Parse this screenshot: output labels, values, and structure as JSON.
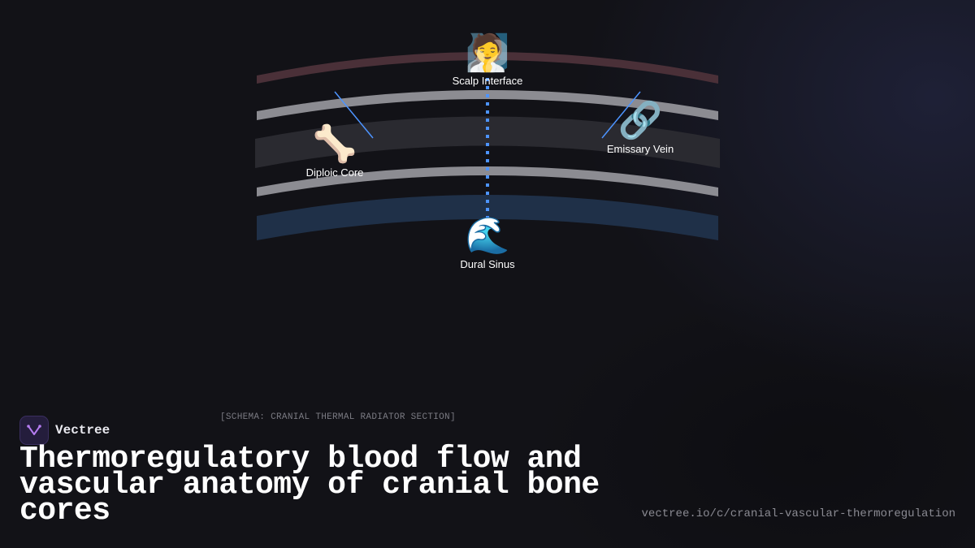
{
  "diagram": {
    "nodes": [
      {
        "id": "scalp",
        "label": "Scalp Interface",
        "icon": "person-icon",
        "emoji": "🧖"
      },
      {
        "id": "diploic",
        "label": "Diploic Core",
        "icon": "bone-icon",
        "emoji": "🦴"
      },
      {
        "id": "emissary",
        "label": "Emissary Vein",
        "icon": "link-icon",
        "emoji": "🔗"
      },
      {
        "id": "dural",
        "label": "Dural Sinus",
        "icon": "wave-icon",
        "emoji": "🌊"
      }
    ],
    "layers": [
      {
        "name": "scalp-layer",
        "color": "#4a3038"
      },
      {
        "name": "outer-table-layer",
        "color": "#8c8c92"
      },
      {
        "name": "diploe-layer",
        "color": "#2a2a30"
      },
      {
        "name": "inner-table-layer",
        "color": "#8c8c92"
      },
      {
        "name": "dura-layer",
        "color": "#1f3048"
      }
    ],
    "connector_color": "#4d94ff",
    "caption": "[SCHEMA: CRANIAL THERMAL RADIATOR SECTION]"
  },
  "brand": {
    "name": "Vectree",
    "logo_color": "#b57cf0"
  },
  "title": "Thermoregulatory blood flow and vascular anatomy of cranial bone cores",
  "url": "vectree.io/c/cranial-vascular-thermoregulation"
}
